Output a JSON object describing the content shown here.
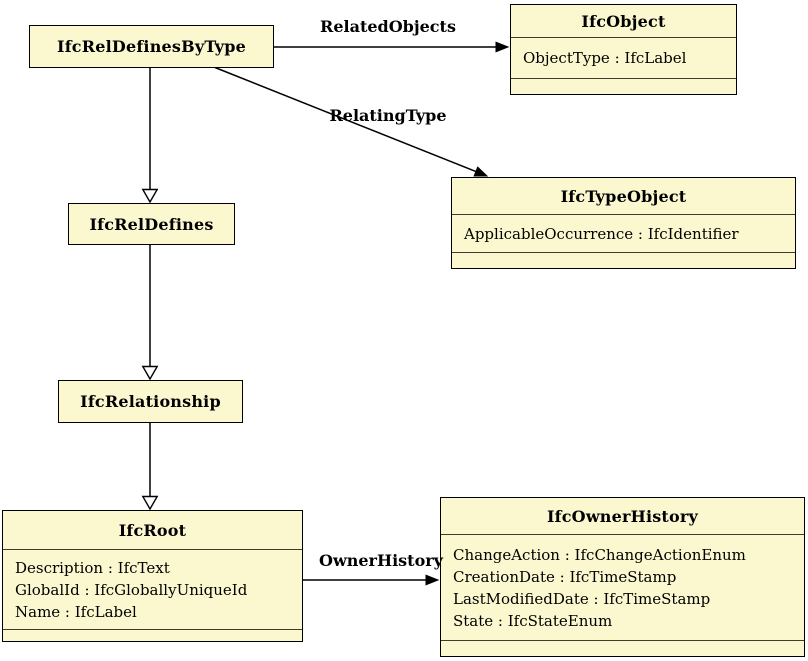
{
  "diagram": {
    "type": "uml-class-diagram",
    "colors": {
      "node_fill": "#FBF8D0",
      "node_border": "#000000",
      "background": "#FFFFFF",
      "text": "#000000"
    },
    "nodes": [
      {
        "id": "IfcRelDefinesByType",
        "title": "IfcRelDefinesByType",
        "attributes": []
      },
      {
        "id": "IfcObject",
        "title": "IfcObject",
        "attributes": [
          "ObjectType : IfcLabel"
        ]
      },
      {
        "id": "IfcTypeObject",
        "title": "IfcTypeObject",
        "attributes": [
          "ApplicableOccurrence : IfcIdentifier"
        ]
      },
      {
        "id": "IfcRelDefines",
        "title": "IfcRelDefines",
        "attributes": []
      },
      {
        "id": "IfcRelationship",
        "title": "IfcRelationship",
        "attributes": []
      },
      {
        "id": "IfcRoot",
        "title": "IfcRoot",
        "attributes": [
          "Description : IfcText",
          "GlobalId : IfcGloballyUniqueId",
          "Name : IfcLabel"
        ]
      },
      {
        "id": "IfcOwnerHistory",
        "title": "IfcOwnerHistory",
        "attributes": [
          "ChangeAction : IfcChangeActionEnum",
          "CreationDate : IfcTimeStamp",
          "LastModifiedDate : IfcTimeStamp",
          "State : IfcStateEnum"
        ]
      }
    ],
    "edges": [
      {
        "label": "RelatedObjects",
        "type": "association",
        "from": "IfcRelDefinesByType",
        "to": "IfcObject"
      },
      {
        "label": "RelatingType",
        "type": "association",
        "from": "IfcRelDefinesByType",
        "to": "IfcTypeObject"
      },
      {
        "label": "OwnerHistory",
        "type": "association",
        "from": "IfcRoot",
        "to": "IfcOwnerHistory"
      },
      {
        "label": "",
        "type": "generalization",
        "from": "IfcRelDefinesByType",
        "to": "IfcRelDefines"
      },
      {
        "label": "",
        "type": "generalization",
        "from": "IfcRelDefines",
        "to": "IfcRelationship"
      },
      {
        "label": "",
        "type": "generalization",
        "from": "IfcRelationship",
        "to": "IfcRoot"
      }
    ]
  }
}
